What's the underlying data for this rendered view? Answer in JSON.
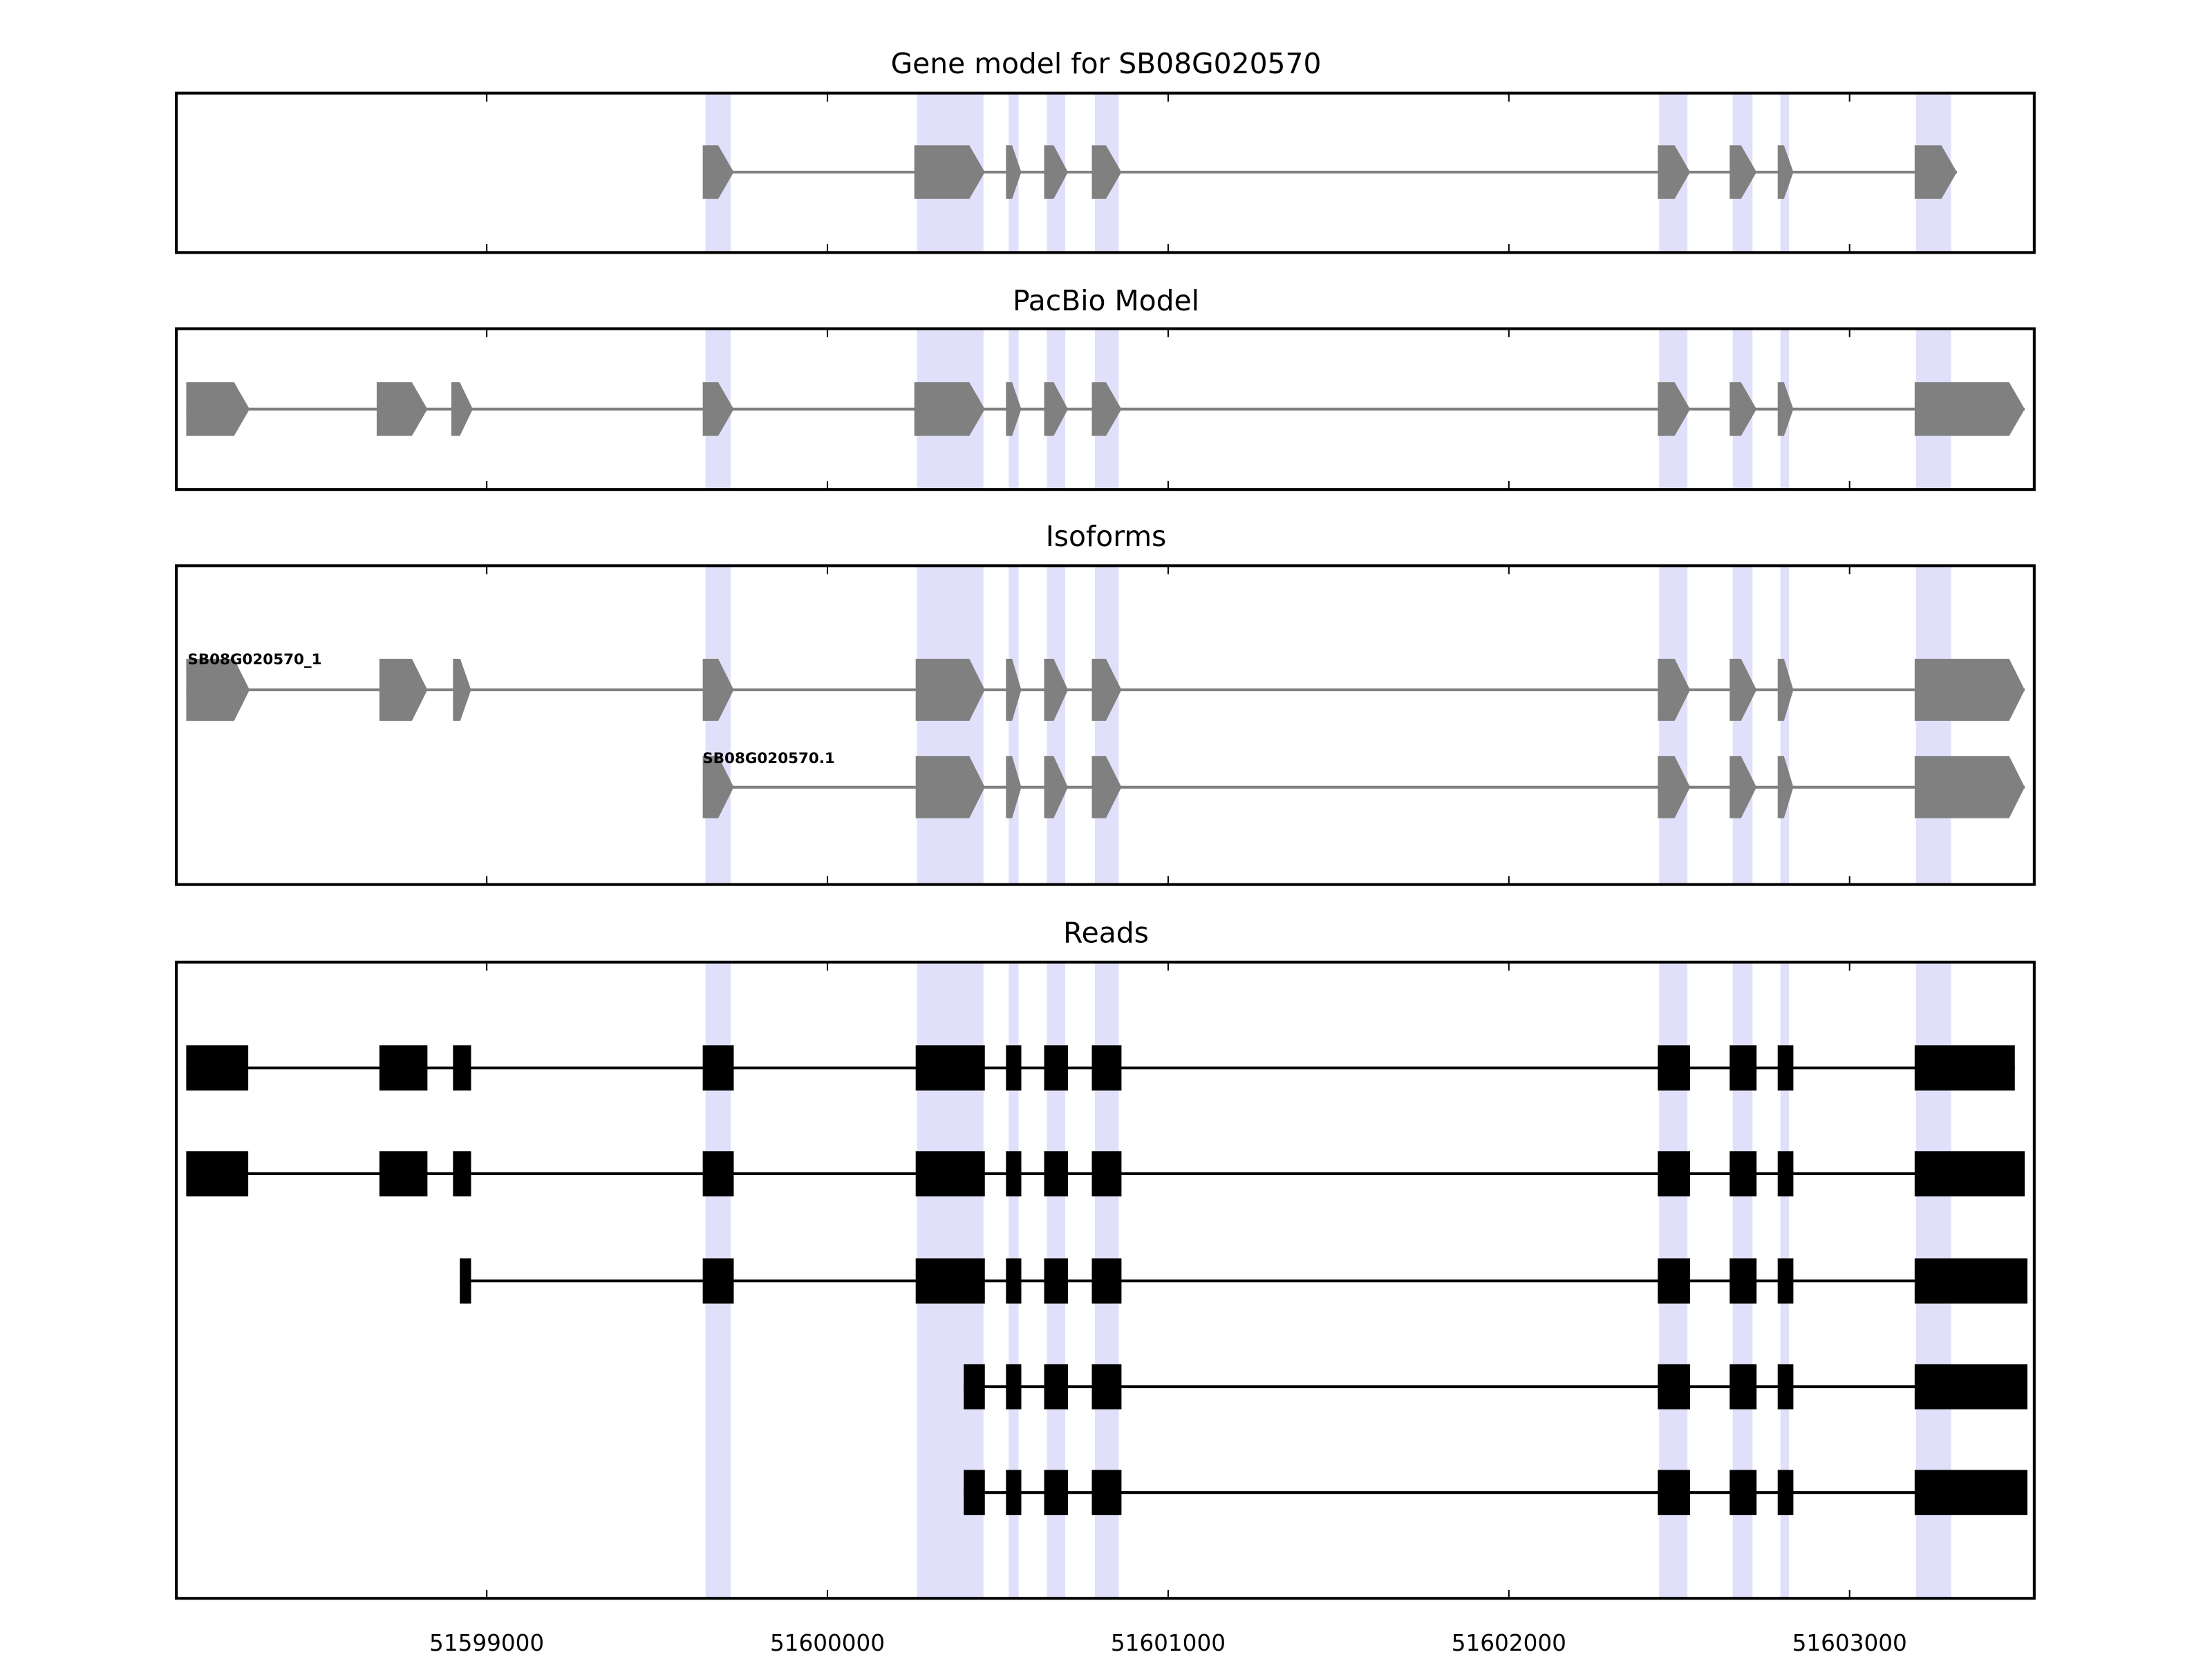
{
  "chart_data": {
    "type": "gene-track",
    "xlim": [
      51598089,
      51603542
    ],
    "xticks": [
      51599000,
      51600000,
      51601000,
      51602000,
      51603000
    ],
    "xtick_labels": [
      "51599000",
      "51600000",
      "51601000",
      "51602000",
      "51603000"
    ],
    "colors": {
      "feature": "#808080",
      "read": "#000000",
      "shade": "#e0e0fa",
      "axis": "#000000"
    },
    "shaded_regions": [
      [
        51599642,
        51599716
      ],
      [
        51600263,
        51600458
      ],
      [
        51600532,
        51600561
      ],
      [
        51600644,
        51600698
      ],
      [
        51600785,
        51600855
      ],
      [
        51602441,
        51602524
      ],
      [
        51602657,
        51602715
      ],
      [
        51602797,
        51602822
      ],
      [
        51603195,
        51603298
      ]
    ],
    "panels": [
      {
        "title": "Gene model for SB08G020570",
        "kind": "model",
        "tracks": [
          {
            "label": null,
            "exons": [
              [
                51599634,
                51599725
              ],
              [
                51600255,
                51600462
              ],
              [
                51600524,
                51600569
              ],
              [
                51600636,
                51600706
              ],
              [
                51600776,
                51600863
              ],
              [
                51602437,
                51602532
              ],
              [
                51602648,
                51602727
              ],
              [
                51602789,
                51602835
              ],
              [
                51603191,
                51603315
              ]
            ]
          }
        ]
      },
      {
        "title": "PacBio Model",
        "kind": "model",
        "tracks": [
          {
            "label": null,
            "exons": [
              [
                51598118,
                51598304
              ],
              [
                51598677,
                51598826
              ],
              [
                51598896,
                51598959
              ],
              [
                51599634,
                51599725
              ],
              [
                51600255,
                51600462
              ],
              [
                51600524,
                51600569
              ],
              [
                51600636,
                51600706
              ],
              [
                51600776,
                51600863
              ],
              [
                51602437,
                51602532
              ],
              [
                51602648,
                51602727
              ],
              [
                51602789,
                51602835
              ],
              [
                51603191,
                51603514
              ]
            ]
          }
        ]
      },
      {
        "title": "Isoforms",
        "kind": "model",
        "tracks": [
          {
            "label": "SB08G020570_1",
            "exons": [
              [
                51598118,
                51598304
              ],
              [
                51598685,
                51598826
              ],
              [
                51598901,
                51598954
              ],
              [
                51599634,
                51599725
              ],
              [
                51600259,
                51600462
              ],
              [
                51600524,
                51600569
              ],
              [
                51600636,
                51600706
              ],
              [
                51600776,
                51600863
              ],
              [
                51602437,
                51602532
              ],
              [
                51602648,
                51602727
              ],
              [
                51602789,
                51602835
              ],
              [
                51603191,
                51603514
              ]
            ]
          },
          {
            "label": "SB08G020570.1",
            "exons": [
              [
                51599634,
                51599725
              ],
              [
                51600259,
                51600462
              ],
              [
                51600524,
                51600569
              ],
              [
                51600636,
                51600706
              ],
              [
                51600776,
                51600863
              ],
              [
                51602437,
                51602532
              ],
              [
                51602648,
                51602727
              ],
              [
                51602789,
                51602835
              ],
              [
                51603191,
                51603514
              ]
            ]
          }
        ]
      },
      {
        "title": "Reads",
        "kind": "reads",
        "tracks": [
          {
            "label": null,
            "exons": [
              [
                51598118,
                51598300
              ],
              [
                51598685,
                51598826
              ],
              [
                51598901,
                51598954
              ],
              [
                51599634,
                51599725
              ],
              [
                51600259,
                51600462
              ],
              [
                51600524,
                51600569
              ],
              [
                51600636,
                51600706
              ],
              [
                51600776,
                51600863
              ],
              [
                51602437,
                51602532
              ],
              [
                51602648,
                51602727
              ],
              [
                51602789,
                51602835
              ],
              [
                51603191,
                51603485
              ]
            ]
          },
          {
            "label": null,
            "exons": [
              [
                51598118,
                51598300
              ],
              [
                51598685,
                51598826
              ],
              [
                51598901,
                51598954
              ],
              [
                51599634,
                51599725
              ],
              [
                51600259,
                51600462
              ],
              [
                51600524,
                51600569
              ],
              [
                51600636,
                51600706
              ],
              [
                51600776,
                51600863
              ],
              [
                51602437,
                51602532
              ],
              [
                51602648,
                51602727
              ],
              [
                51602789,
                51602835
              ],
              [
                51603191,
                51603514
              ]
            ]
          },
          {
            "label": null,
            "exons": [
              [
                51598921,
                51598954
              ],
              [
                51599634,
                51599725
              ],
              [
                51600259,
                51600462
              ],
              [
                51600524,
                51600569
              ],
              [
                51600636,
                51600706
              ],
              [
                51600776,
                51600863
              ],
              [
                51602437,
                51602532
              ],
              [
                51602648,
                51602727
              ],
              [
                51602789,
                51602835
              ],
              [
                51603191,
                51603522
              ]
            ]
          },
          {
            "label": null,
            "exons": [
              [
                51600400,
                51600462
              ],
              [
                51600524,
                51600569
              ],
              [
                51600636,
                51600706
              ],
              [
                51600776,
                51600863
              ],
              [
                51602437,
                51602532
              ],
              [
                51602648,
                51602727
              ],
              [
                51602789,
                51602835
              ],
              [
                51603191,
                51603522
              ]
            ]
          },
          {
            "label": null,
            "exons": [
              [
                51600400,
                51600462
              ],
              [
                51600524,
                51600569
              ],
              [
                51600636,
                51600706
              ],
              [
                51600776,
                51600863
              ],
              [
                51602437,
                51602532
              ],
              [
                51602648,
                51602727
              ],
              [
                51602789,
                51602835
              ],
              [
                51603191,
                51603522
              ]
            ]
          }
        ]
      }
    ]
  }
}
